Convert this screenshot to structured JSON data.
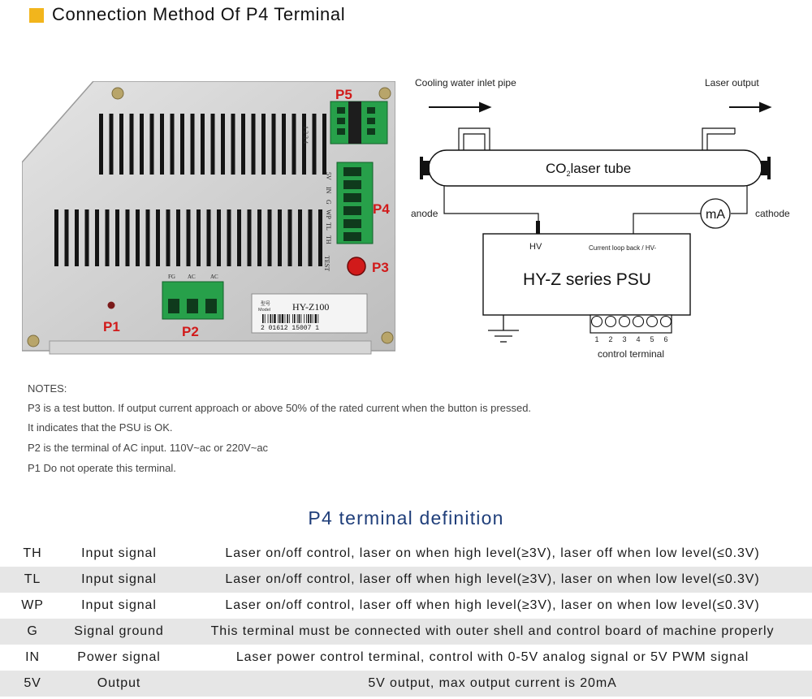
{
  "header": {
    "title": "Connection Method Of P4 Terminal",
    "accent_color": "#f2b51c"
  },
  "photo": {
    "labels": {
      "p1": "P1",
      "p2": "P2",
      "p3": "P3",
      "p4": "P4",
      "p5": "P5"
    },
    "p5_pins": "1 2 3 4",
    "p4_pins": [
      "5V",
      "IN",
      "G",
      "WP",
      "TL",
      "TH"
    ],
    "p2_pins": [
      "FG",
      "AC",
      "AC"
    ],
    "test_label": "TEST",
    "model_cn": "型号",
    "model_en": "Model",
    "model_name": "HY-Z100",
    "barcode_text": "2 01612 15007 1",
    "label_color": "#d11a1a"
  },
  "diagram": {
    "cooling_label": "Cooling water inlet pipe",
    "output_label": "Laser output",
    "tube_label_prefix": "CO",
    "tube_label_sub": "2",
    "tube_label_suffix": "laser tube",
    "anode_label": "anode",
    "cathode_label": "cathode",
    "meter_label": "mA",
    "hv_label": "HV",
    "loop_label": "Current loop back / HV-",
    "psu_label": "HY-Z series PSU",
    "pin_numbers": [
      "1",
      "2",
      "3",
      "4",
      "5",
      "6"
    ],
    "control_label": "control terminal"
  },
  "notes": [
    "NOTES:",
    "P3 is a test button. If output current approach or above 50% of the rated current when the button is pressed.",
    "It indicates that the PSU is OK.",
    "P2 is the terminal of AC input. 110V~ac or 220V~ac",
    "P1 Do not operate this terminal."
  ],
  "p4_section": {
    "heading": "P4 terminal definition",
    "heading_color": "#1f3e7a",
    "rows": [
      {
        "terminal": "TH",
        "type": "Input signal",
        "definition": "Laser on/off control, laser on when high level(≥3V), laser off when low level(≤0.3V)"
      },
      {
        "terminal": "TL",
        "type": "Input signal",
        "definition": "Laser on/off control, laser off when high level(≥3V), laser on when low level(≤0.3V)"
      },
      {
        "terminal": "WP",
        "type": "Input signal",
        "definition": "Laser on/off control, laser off when high level(≥3V), laser on when low level(≤0.3V)"
      },
      {
        "terminal": "G",
        "type": "Signal ground",
        "definition": "This terminal must be connected with outer shell and control board of machine properly"
      },
      {
        "terminal": "IN",
        "type": "Power signal",
        "definition": "Laser power control terminal, control with 0-5V analog signal or 5V PWM signal"
      },
      {
        "terminal": "5V",
        "type": "Output",
        "definition": "5V output, max output current is 20mA"
      }
    ]
  }
}
